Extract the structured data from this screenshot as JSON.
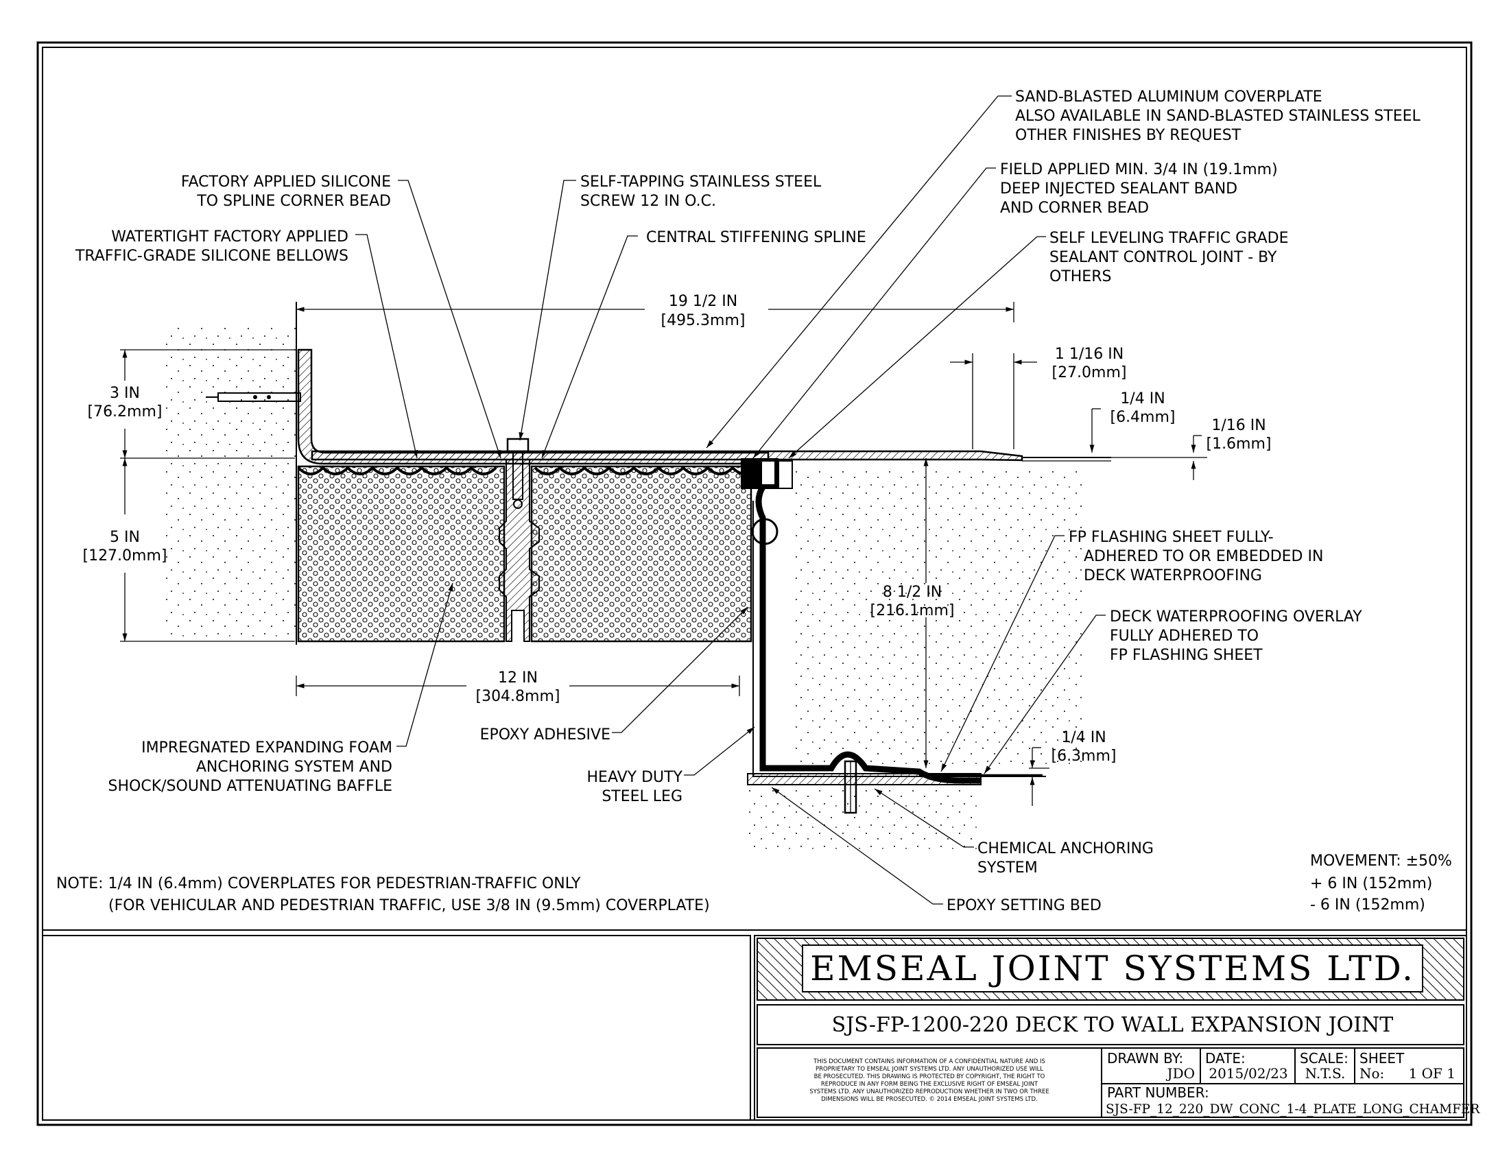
{
  "callouts": {
    "coverplate": [
      "SAND-BLASTED ALUMINUM COVERPLATE",
      "ALSO AVAILABLE IN SAND-BLASTED STAINLESS STEEL",
      "OTHER FINISHES BY REQUEST"
    ],
    "silicone_bead": [
      "FACTORY APPLIED SILICONE",
      "TO SPLINE CORNER BEAD"
    ],
    "screw": [
      "SELF-TAPPING STAINLESS STEEL",
      "SCREW 12 IN O.C."
    ],
    "field_sealant": [
      "FIELD APPLIED MIN. 3/4 IN (19.1mm)",
      "DEEP INJECTED SEALANT BAND",
      "AND CORNER BEAD"
    ],
    "bellows": [
      "WATERTIGHT FACTORY APPLIED",
      "TRAFFIC-GRADE SILICONE BELLOWS"
    ],
    "spline": "CENTRAL STIFFENING SPLINE",
    "control_joint": [
      "SELF LEVELING TRAFFIC GRADE",
      "SEALANT CONTROL JOINT - BY",
      "OTHERS"
    ],
    "flashing": [
      "FP FLASHING SHEET FULLY-",
      "ADHERED TO OR EMBEDDED IN",
      "DECK WATERPROOFING"
    ],
    "overlay": [
      "DECK WATERPROOFING OVERLAY",
      "FULLY ADHERED TO",
      "FP FLASHING SHEET"
    ],
    "foam": [
      "IMPREGNATED EXPANDING FOAM",
      "ANCHORING SYSTEM AND",
      "SHOCK/SOUND ATTENUATING BAFFLE"
    ],
    "epoxy_adhesive": "EPOXY ADHESIVE",
    "steel_leg": [
      "HEAVY DUTY",
      "STEEL LEG"
    ],
    "chem_anchor": [
      "CHEMICAL ANCHORING",
      "SYSTEM"
    ],
    "setting_bed": "EPOXY SETTING BED"
  },
  "dimensions": {
    "width_19": [
      "19 1/2 IN",
      "[495.3mm]"
    ],
    "d_1_1_16": [
      "1 1/16 IN",
      "[27.0mm]"
    ],
    "d_1_4a": [
      "1/4 IN",
      "[6.4mm]"
    ],
    "d_1_16": [
      "1/16 IN",
      "[1.6mm]"
    ],
    "d_3": [
      "3 IN",
      "[76.2mm]"
    ],
    "d_5": [
      "5 IN",
      "[127.0mm]"
    ],
    "d_8_1_2": [
      "8 1/2 IN",
      "[216.1mm]"
    ],
    "d_12": [
      "12 IN",
      "[304.8mm]"
    ],
    "d_1_4b": [
      "1/4 IN",
      "[6.3mm]"
    ]
  },
  "movement": [
    "MOVEMENT: ±50%",
    "+ 6 IN (152mm)",
    "- 6 IN (152mm)"
  ],
  "note": [
    "NOTE: 1/4 IN (6.4mm) COVERPLATES FOR PEDESTRIAN-TRAFFIC ONLY",
    "(FOR VEHICULAR AND PEDESTRIAN TRAFFIC, USE 3/8 IN (9.5mm) COVERPLATE)"
  ],
  "title_block": {
    "company": "EMSEAL JOINT SYSTEMS LTD.",
    "drawing_title": "SJS-FP-1200-220 DECK TO WALL EXPANSION JOINT",
    "legal": [
      "THIS DOCUMENT CONTAINS INFORMATION OF A CONFIDENTIAL NATURE AND IS",
      "PROPRIETARY TO EMSEAL JOINT SYSTEMS LTD. ANY UNAUTHORIZED USE WILL",
      "BE PROSECUTED. THIS DRAWING IS PROTECTED BY COPYRIGHT, THE RIGHT TO",
      "REPRODUCE IN ANY FORM BEING THE EXCLUSIVE RIGHT OF EMSEAL JOINT",
      "SYSTEMS LTD. ANY UNAUTHORIZED REPRODUCTION WHETHER IN TWO OR THREE",
      "DIMENSIONS WILL BE PROSECUTED. © 2014 EMSEAL JOINT SYSTEMS LTD."
    ],
    "drawn_by_label": "DRAWN BY:",
    "drawn_by": "JDO",
    "date_label": "DATE:",
    "date": "2015/02/23",
    "scale_label": "SCALE:",
    "scale": "N.T.S.",
    "sheet_label": "SHEET",
    "sheet_no_label": "No:",
    "sheet_value": "1 OF 1",
    "part_label": "PART NUMBER:",
    "part_number": "SJS-FP_12_220_DW_CONC_1-4_PLATE_LONG_CHAMFER"
  }
}
